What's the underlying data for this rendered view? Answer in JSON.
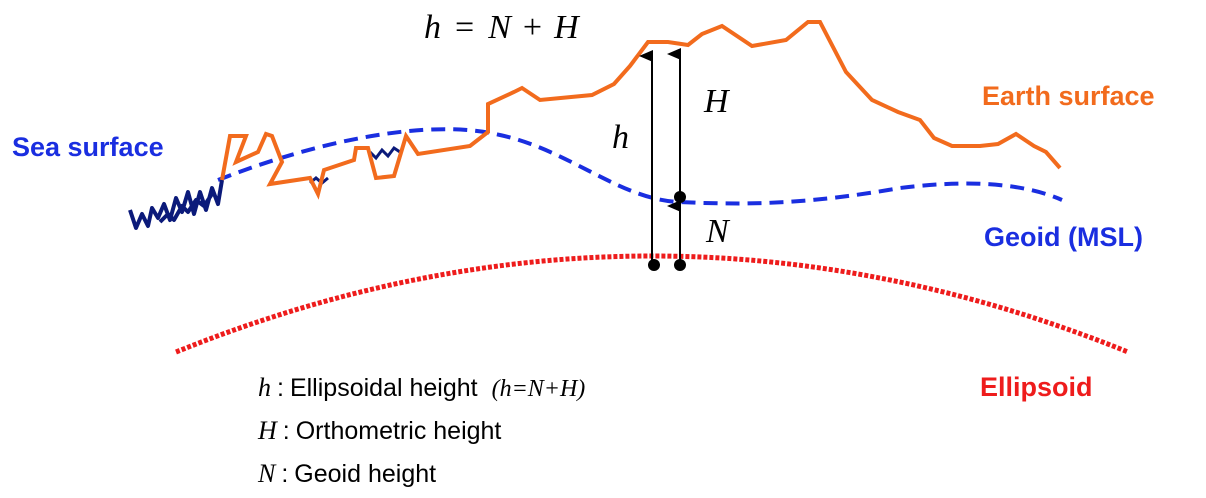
{
  "formula": {
    "h": "h",
    "eq": "=",
    "N": "N",
    "plus": "+",
    "H": "H"
  },
  "markers": {
    "h": "h",
    "H": "H",
    "N": "N"
  },
  "surfaces": {
    "earth": "Earth surface",
    "sea": "Sea surface",
    "geoid": "Geoid (MSL)",
    "ellipsoid": "Ellipsoid"
  },
  "legend": [
    {
      "symbol": "h",
      "colon": ":",
      "text": "Ellipsoidal height",
      "formula": "(h=N+H)"
    },
    {
      "symbol": "H",
      "colon": ":",
      "text": "Orthometric height"
    },
    {
      "symbol": "N",
      "colon": ":",
      "text": "Geoid height"
    }
  ],
  "colors": {
    "earth": "#f26b1d",
    "geoid": "#1a2ee0",
    "ellipsoid": "#ee1c1c",
    "sea_wave": "#0b1a7a",
    "arrows": "#000000"
  }
}
